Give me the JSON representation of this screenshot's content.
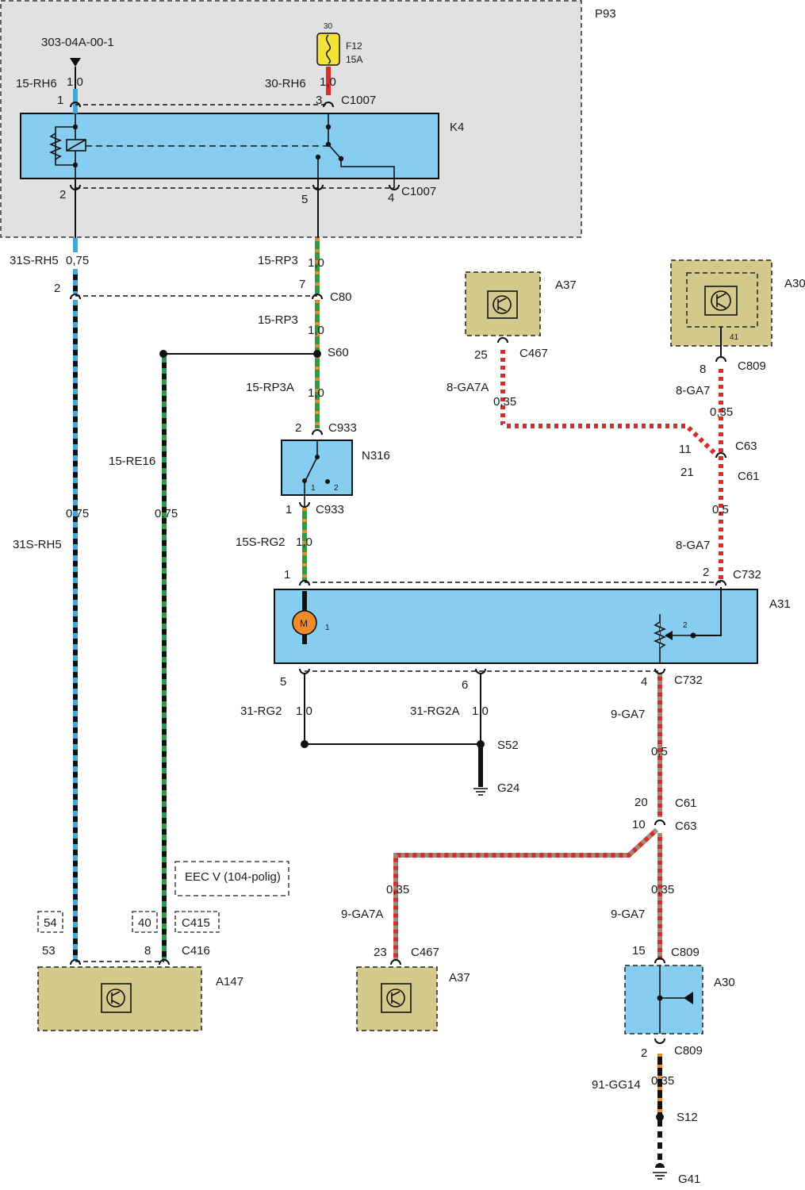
{
  "title": "",
  "colors": {
    "blue_box": "#87cdf0",
    "olive_box": "#d2c98a",
    "grey_area": "#e1e1e4",
    "wire_blue": "#3ea7dc",
    "wire_green": "#2e9a45",
    "wire_orange": "#e88a2a",
    "wire_red": "#d92b2b",
    "wire_grey": "#9a8e78",
    "wire_black": "#111111",
    "motor": "#f08a2a",
    "fuse": "#f2e23a"
  },
  "icons": [
    "ground-icon",
    "motor-icon",
    "transistor-icon",
    "potentiometer-icon",
    "relay-coil-icon",
    "fuse-icon",
    "switch-icon"
  ],
  "labels": {
    "p93": "P93",
    "src_code": "303-04A-00-1",
    "fuse_pin": "30",
    "fuse_name": "F12",
    "fuse_rating": "15A",
    "w15rh6": "15-RH6",
    "g10a": "1,0",
    "w30rh6": "30-RH6",
    "g10b": "1,0",
    "k4_p1": "1",
    "k4_p3": "3",
    "c1007a": "C1007",
    "k4": "K4",
    "k4_p2": "2",
    "k4_p5": "5",
    "k4_p4": "4",
    "c1007b": "C1007",
    "w31srh5a": "31S-RH5",
    "g075a": "0,75",
    "w15rp3a": "15-RP3",
    "g10c": "1,0",
    "c80_p2": "2",
    "c80_p7": "7",
    "c80": "C80",
    "w15rp3b": "15-RP3",
    "g10d": "1,0",
    "s60": "S60",
    "w15rp3aa": "15-RP3A",
    "g10e": "1,0",
    "c933_p2": "2",
    "c933a": "C933",
    "n316": "N316",
    "n316_p1": "1",
    "n316_p2": "2",
    "c933_p1": "1",
    "c933b": "C933",
    "w15re16": "15-RE16",
    "g075b": "0,75",
    "g075c": "0,75",
    "w31srh5b": "31S-RH5",
    "w15srg2": "15S-RG2",
    "g10f": "1,0",
    "a37a": "A37",
    "c467a_p": "25",
    "c467a": "C467",
    "w8ga7a": "8-GA7A",
    "g035a": "0,35",
    "a30a": "A30",
    "a30a_p": "41",
    "c809a_p": "8",
    "c809a": "C809",
    "w8ga7b": "8-GA7",
    "g035b": "0,35",
    "c63a_p": "11",
    "c63a": "C63",
    "c61a_p": "21",
    "c61a": "C61",
    "g05a": "0,5",
    "w8ga7c": "8-GA7",
    "a31_p1": "1",
    "a31_p2": "2",
    "c732a": "C732",
    "a31": "A31",
    "motor_m": "M",
    "motor_pin": "1",
    "pot_pin": "2",
    "a31_p5": "5",
    "a31_p6": "6",
    "a31_p4": "4",
    "c732b": "C732",
    "w31rg2": "31-RG2",
    "g10g": "1,0",
    "w31rg2a": "31-RG2A",
    "g10h": "1,0",
    "w9ga7a": "9-GA7",
    "s52": "S52",
    "g05b": "0,5",
    "g24": "G24",
    "c61b_p": "20",
    "c61b": "C61",
    "c63b_p": "10",
    "c63b": "C63",
    "eec": "EEC V (104-polig)",
    "g035c": "0,35",
    "g035d": "0,35",
    "w9ga7aa": "9-GA7A",
    "w9ga7b": "9-GA7",
    "box54": "54",
    "box40": "40",
    "c415": "C415",
    "a147_p53": "53",
    "a147_p8": "8",
    "c416": "C416",
    "c467b_p": "23",
    "c467b": "C467",
    "c809b_p": "15",
    "c809b": "C809",
    "a147": "A147",
    "a37b": "A37",
    "a30b": "A30",
    "c809c_p": "2",
    "c809c": "C809",
    "w91gg14": "91-GG14",
    "g035e": "0,35",
    "s12": "S12",
    "g41": "G41"
  }
}
